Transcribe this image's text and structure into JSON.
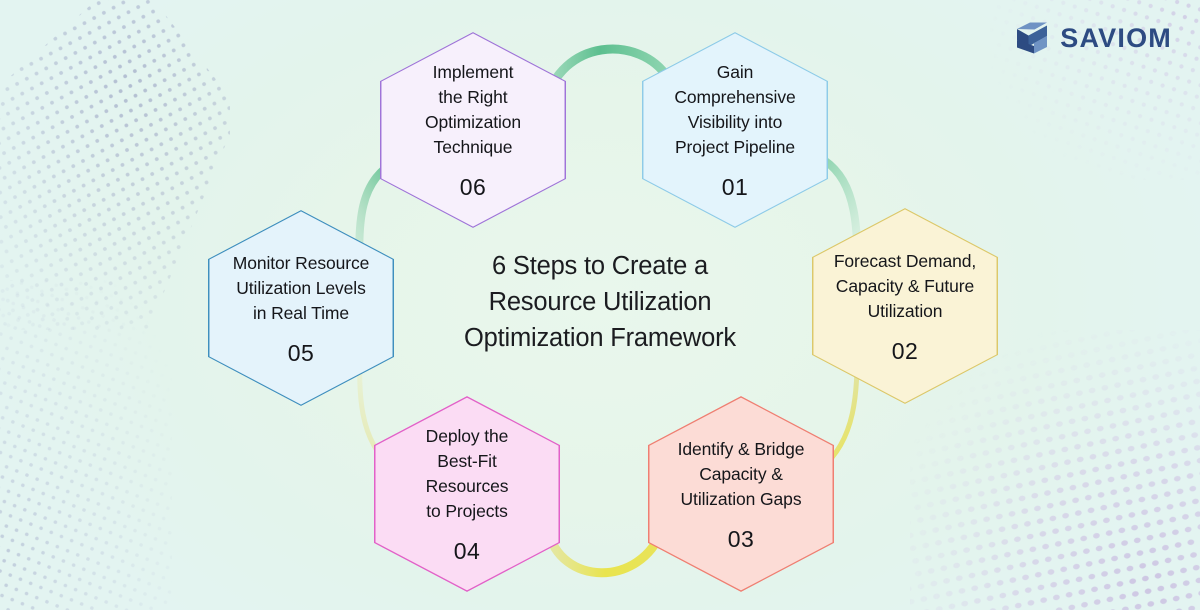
{
  "brand": {
    "name": "SAVIOM",
    "logo_icon": "saviom-s-logo-icon",
    "logo_color": "#2d4b82",
    "logo_accent": "#6f93c4"
  },
  "background": {
    "color": "#e7f5ec",
    "accent_dot_color_top_left": "#6d6fa8",
    "accent_dot_color_bottom_right": "#cfc3e4"
  },
  "center": {
    "title": "6 Steps to Create a\nResource Utilization\nOptimization Framework"
  },
  "steps": [
    {
      "number": "01",
      "label": "Gain\nComprehensive\nVisibility into\nProject Pipeline",
      "fill": "#e3f4fc",
      "border": "#8ecbe8"
    },
    {
      "number": "02",
      "label": "Forecast Demand,\nCapacity & Future\nUtilization",
      "fill": "#faf3d6",
      "border": "#dcc86a"
    },
    {
      "number": "03",
      "label": "Identify & Bridge\nCapacity &\nUtilization Gaps",
      "fill": "#fcdcd6",
      "border": "#ef7f72"
    },
    {
      "number": "04",
      "label": "Deploy the\nBest-Fit\nResources\nto Projects",
      "fill": "#fbdcf4",
      "border": "#e261c8"
    },
    {
      "number": "05",
      "label": "Monitor Resource\nUtilization Levels\nin Real Time",
      "fill": "#e4f3fb",
      "border": "#3f8fbe"
    },
    {
      "number": "06",
      "label": "Implement\nthe Right\nOptimization\nTechnique",
      "fill": "#f7f0fc",
      "border": "#9f74d8"
    }
  ],
  "connectors": [
    {
      "name": "arc-06-to-01",
      "color": "#6ec79a"
    },
    {
      "name": "arc-01-to-02",
      "color": "#9ad8b6"
    },
    {
      "name": "arc-02-to-03",
      "color": "#ded985"
    },
    {
      "name": "arc-03-to-04",
      "color": "#e8e253"
    },
    {
      "name": "arc-04-to-05",
      "color": "#e4e59a"
    },
    {
      "name": "arc-05-to-06",
      "color": "#8ed0ab"
    }
  ]
}
